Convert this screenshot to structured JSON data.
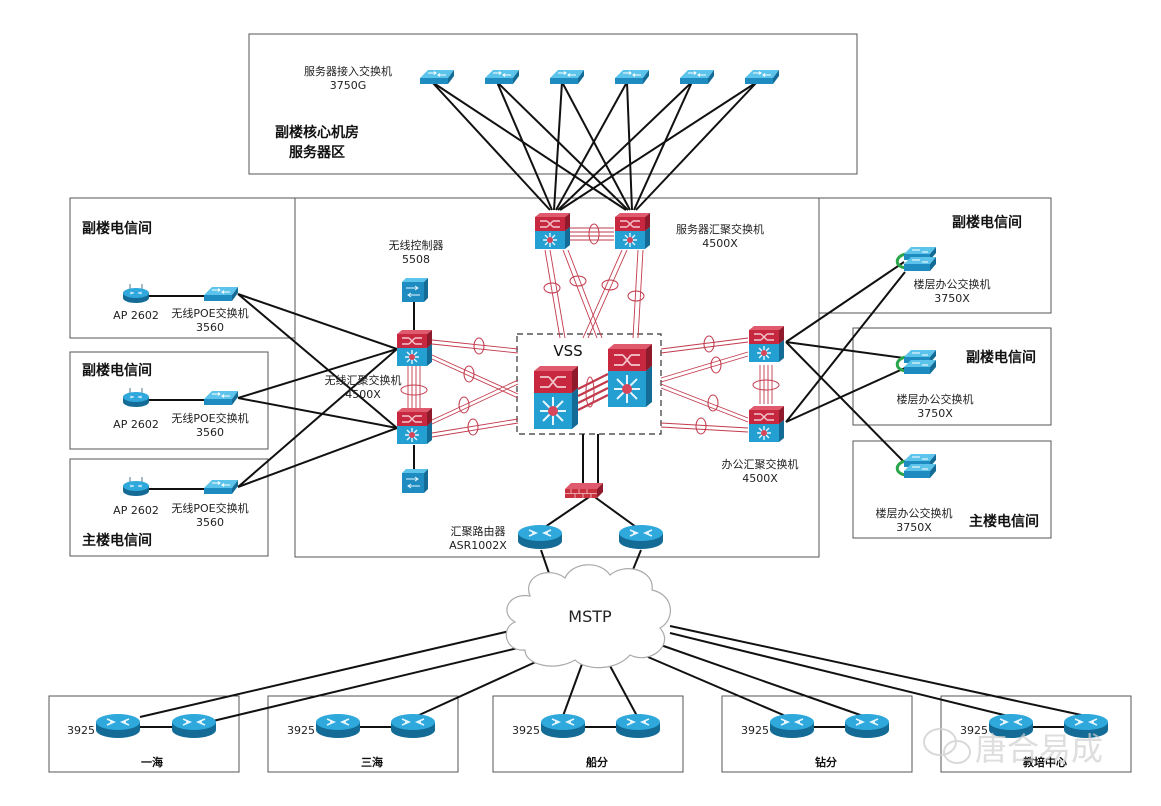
{
  "colors": {
    "switch_blue": "#2f9fd0",
    "switch_dark": "#1b6f9a",
    "core_red": "#c8283f",
    "core_blue": "#239fd2",
    "link_red": "#c23a4c",
    "stack_green": "#2aa54a",
    "firewall_red": "#c8323f"
  },
  "server_zone": {
    "access_switch_label": "服务器接入交换机",
    "access_switch_model": "3750G",
    "zone_title_line1": "副楼核心机房",
    "zone_title_line2": "服务器区",
    "access_switch_count": 6
  },
  "server_agg": {
    "label": "服务器汇聚交换机",
    "model": "4500X"
  },
  "wireless_controller": {
    "label": "无线控制器",
    "model": "5508"
  },
  "wireless_agg": {
    "label": "无线汇聚交换机",
    "model": "4500X"
  },
  "vss": {
    "label": "VSS"
  },
  "office_agg": {
    "label": "办公汇聚交换机",
    "model": "4500X"
  },
  "agg_router": {
    "label": "汇聚路由器",
    "model": "ASR1002X"
  },
  "left_rooms": [
    {
      "title": "副楼电信间",
      "ap": "AP 2602",
      "switch_label": "无线POE交换机",
      "switch_model": "3560"
    },
    {
      "title": "副楼电信间",
      "ap": "AP 2602",
      "switch_label": "无线POE交换机",
      "switch_model": "3560"
    },
    {
      "title": "主楼电信间",
      "ap": "AP 2602",
      "switch_label": "无线POE交换机",
      "switch_model": "3560"
    }
  ],
  "right_rooms": [
    {
      "title": "副楼电信间",
      "switch_label": "楼层办公交换机",
      "switch_model": "3750X"
    },
    {
      "title": "副楼电信间",
      "switch_label": "楼层办公交换机",
      "switch_model": "3750X"
    },
    {
      "title": "主楼电信间",
      "switch_label": "楼层办公交换机",
      "switch_model": "3750X"
    }
  ],
  "wan": {
    "label": "MSTP"
  },
  "branches": [
    {
      "name": "一海",
      "router_model": "3925"
    },
    {
      "name": "三海",
      "router_model": "3925"
    },
    {
      "name": "船分",
      "router_model": "3925"
    },
    {
      "name": "钻分",
      "router_model": "3925"
    },
    {
      "name": "教培中心",
      "router_model": "3925"
    }
  ],
  "watermark": {
    "text": "唐合易成"
  }
}
